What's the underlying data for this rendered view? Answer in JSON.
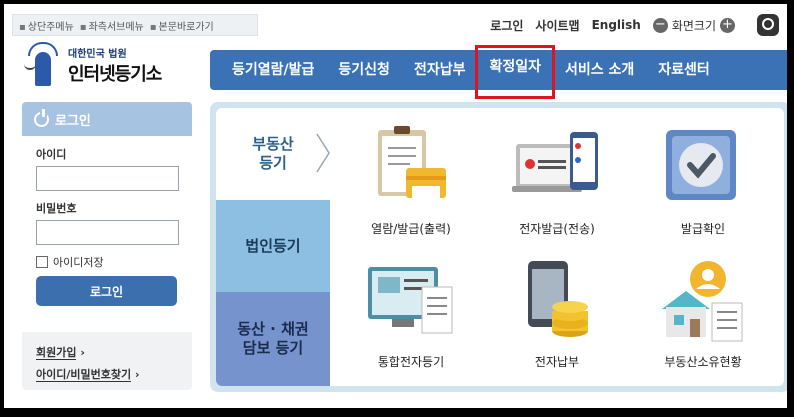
{
  "skip_links": [
    "상단주메뉴",
    "좌측서브메뉴",
    "본문바로가기"
  ],
  "util": {
    "login": "로그인",
    "sitemap": "사이트맵",
    "english": "English",
    "zoom_label": "화면크기",
    "zoom_minus": "−",
    "zoom_plus": "+"
  },
  "logo": {
    "org": "대한민국 법원",
    "title": "인터넷등기소"
  },
  "nav": [
    "등기열람/발급",
    "등기신청",
    "전자납부",
    "확정일자",
    "서비스 소개",
    "자료센터"
  ],
  "login": {
    "title": "로그인",
    "id_label": "아이디",
    "pw_label": "비밀번호",
    "save_id": "아이디저장",
    "button": "로그인",
    "signup": "회원가입",
    "find": "아이디/비밀번호찾기"
  },
  "tabs": [
    "부동산\n등기",
    "법인등기",
    "동산 · 채권\n담보 등기"
  ],
  "services": [
    {
      "label": "열람/발급(출력)",
      "icon": "document-print-icon"
    },
    {
      "label": "전자발급(전송)",
      "icon": "e-issue-icon"
    },
    {
      "label": "발급확인",
      "icon": "check-icon"
    },
    {
      "label": "통합전자등기",
      "icon": "monitor-document-icon"
    },
    {
      "label": "전자납부",
      "icon": "coins-icon"
    },
    {
      "label": "부동산소유현황",
      "icon": "house-owner-icon"
    }
  ],
  "colors": {
    "nav": "#3b72b6",
    "highlight": "#e0141e",
    "tab2": "#8cbfe2",
    "tab3": "#7693cd"
  }
}
